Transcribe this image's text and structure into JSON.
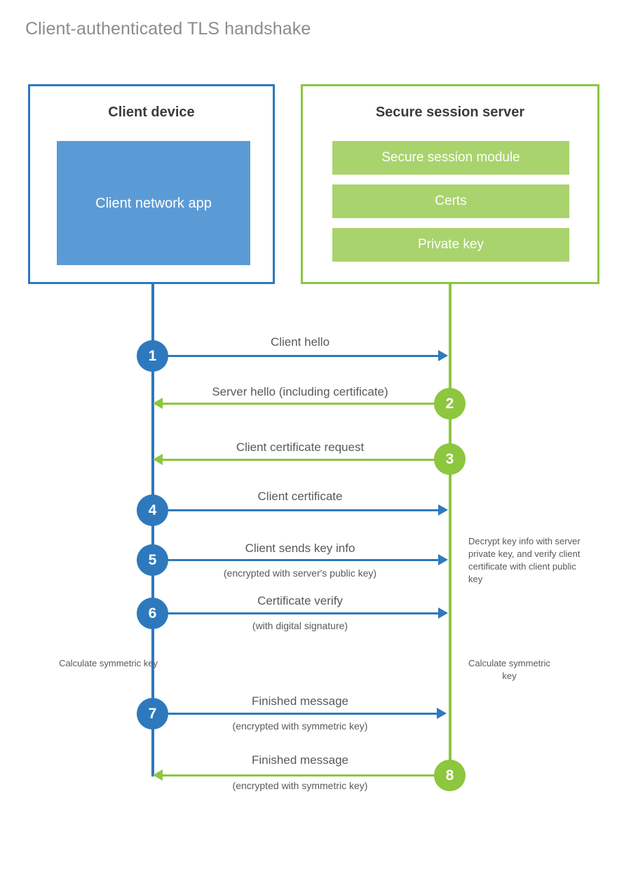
{
  "diagram": {
    "title": "Client-authenticated TLS handshake",
    "type": "sequence-diagram"
  },
  "colors": {
    "client_accent": "#2e79bd",
    "client_app_fill": "#5b9bd5",
    "server_accent": "#8dc63f",
    "server_bar_fill": "#a9d36d",
    "text": "#58595b",
    "title_text": "#8a8c8e",
    "background": "#ffffff"
  },
  "client": {
    "title": "Client device",
    "app_label": "Client network app"
  },
  "server": {
    "title": "Secure session server",
    "components": [
      {
        "label": "Secure session module"
      },
      {
        "label": "Certs"
      },
      {
        "label": "Private key"
      }
    ]
  },
  "steps": [
    {
      "number": "1",
      "label": "Client hello",
      "sub": "",
      "from": "client",
      "direction": "right",
      "color": "blue"
    },
    {
      "number": "2",
      "label": "Server hello (including certificate)",
      "sub": "",
      "from": "server",
      "direction": "left",
      "color": "green"
    },
    {
      "number": "3",
      "label": "Client certificate request",
      "sub": "",
      "from": "server",
      "direction": "left",
      "color": "green"
    },
    {
      "number": "4",
      "label": "Client certificate",
      "sub": "",
      "from": "client",
      "direction": "right",
      "color": "blue"
    },
    {
      "number": "5",
      "label": "Client sends key info",
      "sub": "(encrypted with server's public key)",
      "from": "client",
      "direction": "right",
      "color": "blue"
    },
    {
      "number": "6",
      "label": "Certificate verify",
      "sub": "(with digital signature)",
      "from": "client",
      "direction": "right",
      "color": "blue"
    },
    {
      "number": "7",
      "label": "Finished message",
      "sub": "(encrypted with symmetric key)",
      "from": "client",
      "direction": "right",
      "color": "blue"
    },
    {
      "number": "8",
      "label": "Finished message",
      "sub": "(encrypted with symmetric key)",
      "from": "server",
      "direction": "left",
      "color": "green"
    }
  ],
  "notes": {
    "server_decrypt": "Decrypt key info with server private key, and verify client certificate with client public key",
    "client_symmetric": "Calculate symmetric key",
    "server_symmetric": "Calculate symmetric key"
  }
}
